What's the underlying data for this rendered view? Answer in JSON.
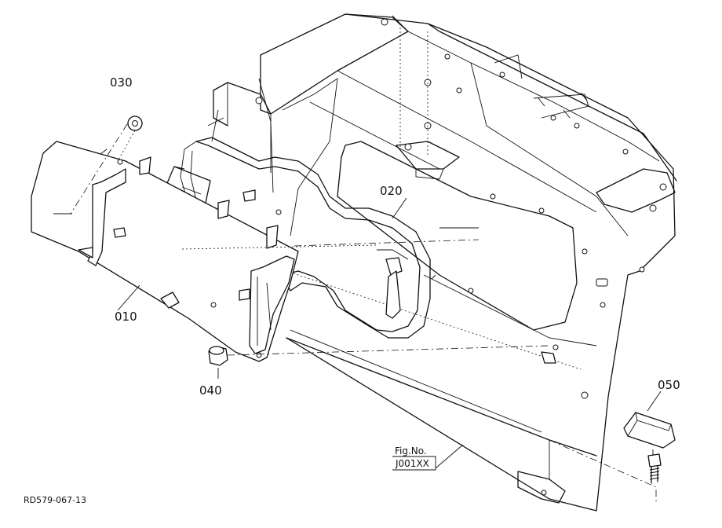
{
  "diagram": {
    "part_labels": [
      {
        "key": "p010",
        "text": "010"
      },
      {
        "key": "p020",
        "text": "020"
      },
      {
        "key": "p030",
        "text": "030"
      },
      {
        "key": "p040",
        "text": "040"
      },
      {
        "key": "p050",
        "text": "050"
      }
    ],
    "fig_label": "Fig.No.",
    "fig_code": "J001XX",
    "drawing_id": "RD579-067-13"
  }
}
